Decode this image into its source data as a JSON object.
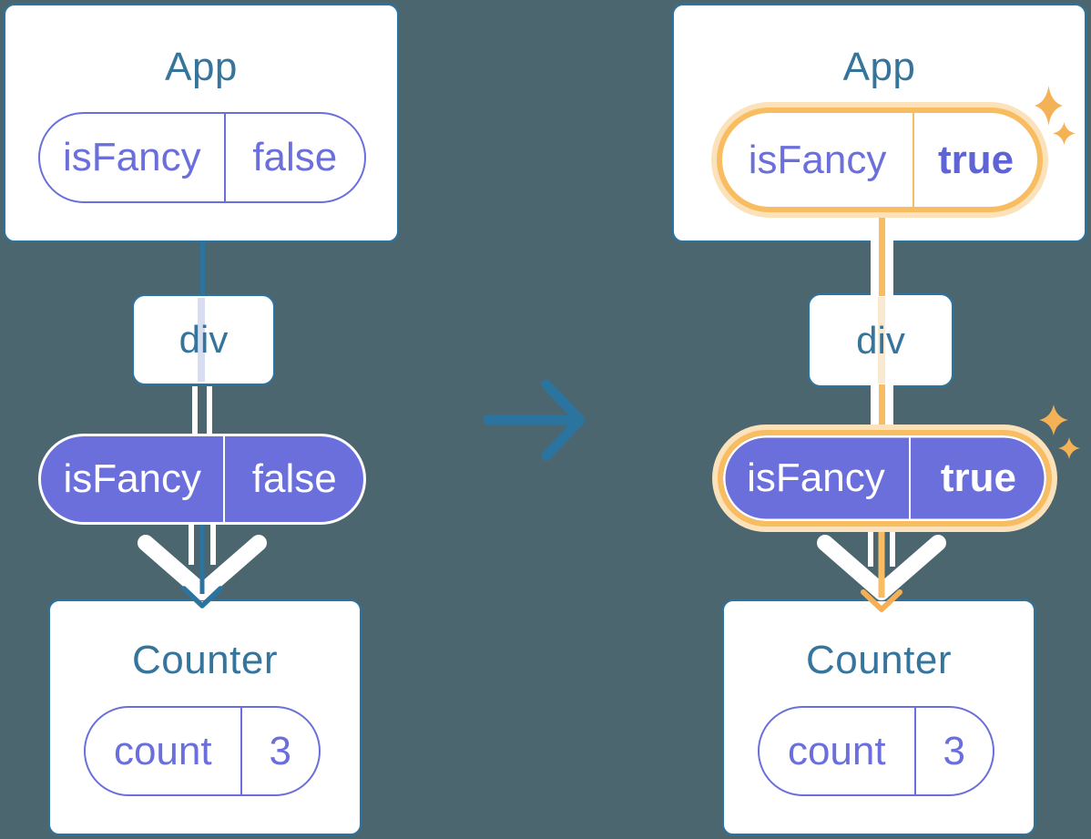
{
  "colors": {
    "background": "#4C6670",
    "card_bg": "#FFFFFF",
    "card_border": "#2B74A0",
    "title_text": "#35749B",
    "purple": "#6B6FDB",
    "purple_bold_text": "#5E63D6",
    "lavender_trace": "#D8DDF2",
    "orange": "#F8BC61",
    "orange_glow": "#FBE2BA",
    "orange_trace": "#FAE9D1",
    "orange_arrow": "#F5AF55",
    "sparkle": "#F5B155"
  },
  "left": {
    "app_card": {
      "title": "App",
      "pill": {
        "name": "isFancy",
        "value": "false"
      }
    },
    "div_box": {
      "label": "div"
    },
    "props_pill": {
      "name": "isFancy",
      "value": "false"
    },
    "counter_card": {
      "title": "Counter",
      "pill": {
        "name": "count",
        "value": "3"
      }
    }
  },
  "right": {
    "app_card": {
      "title": "App",
      "pill": {
        "name": "isFancy",
        "value": "true"
      }
    },
    "div_box": {
      "label": "div"
    },
    "props_pill": {
      "name": "isFancy",
      "value": "true"
    },
    "counter_card": {
      "title": "Counter",
      "pill": {
        "name": "count",
        "value": "3"
      }
    }
  }
}
